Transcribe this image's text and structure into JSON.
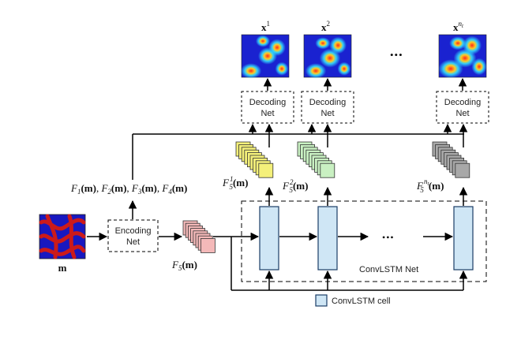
{
  "input": {
    "label": "m"
  },
  "encoder": {
    "line1": "Encoding",
    "line2": "Net"
  },
  "encoder_outputs": {
    "f1": "F",
    "f1_sub": "1",
    "f2": "F",
    "f2_sub": "2",
    "f3": "F",
    "f3_sub": "3",
    "f4": "F",
    "f4_sub": "4",
    "arg": "(m)",
    "sep": ", "
  },
  "latent": {
    "label": "F",
    "sub": "5",
    "arg": "(m)"
  },
  "steps": [
    {
      "sup": "1",
      "out_sup": "1"
    },
    {
      "sup": "2",
      "out_sup": "2"
    },
    {
      "sup": "n",
      "sup_sub": "t",
      "out_sup": "n",
      "out_sup_sub": "t"
    }
  ],
  "decoder": {
    "line1": "Decoding",
    "line2": "Net"
  },
  "output_var": "x",
  "ellipsis": "•••",
  "convlstm": {
    "label": "ConvLSTM Net",
    "legend": "ConvLSTM cell"
  },
  "colors": {
    "cell_fill": "#cfe6f5",
    "cell_stroke": "#1a3d66",
    "pink": "#f4b9b9",
    "yellow": "#f4f07a",
    "green": "#c9f0c2",
    "gray": "#a8a8a8"
  }
}
